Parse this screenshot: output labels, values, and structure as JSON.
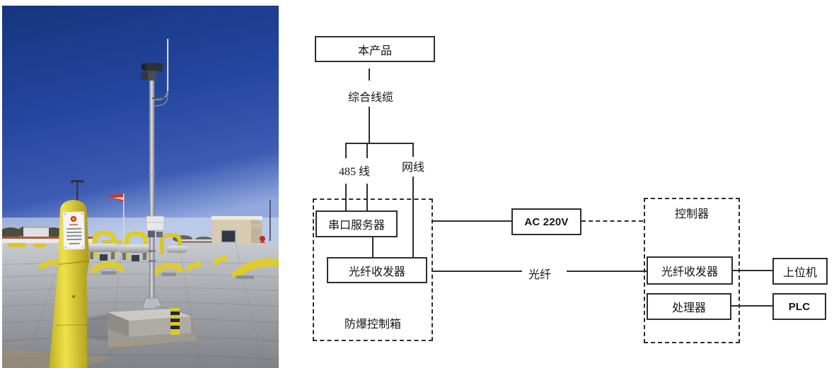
{
  "diagram": {
    "nodes": {
      "product": "本产品",
      "cable": "综合线缆",
      "wire485": "485 线",
      "netwire": "网线",
      "serial_server": "串口服务器",
      "fiber_transceiver_left": "光纤收发器",
      "explosion_box": "防爆控制箱",
      "ac_power": "AC 220V",
      "fiber": "光纤",
      "controller": "控制器",
      "fiber_transceiver_right": "光纤收发器",
      "processor": "处理器",
      "host_computer": "上位机",
      "plc": "PLC"
    },
    "colors": {
      "line": "#2e2e2e",
      "text": "#151515",
      "background": "#ffffff"
    }
  },
  "photo": {
    "subject": "explosion-proof monitoring pole with camera and antenna at a gas station yard",
    "colors": {
      "sky_top": "#1c3b90",
      "sky_horizon": "#93a9de",
      "equipment_yellow": "#e0cb2d",
      "pavement": "#9b9da1",
      "building_beige": "#d8cbb2",
      "concrete": "#b5b3ad",
      "flag_red": "#c23b2b",
      "pole_silver": "#c7cbd0"
    }
  }
}
